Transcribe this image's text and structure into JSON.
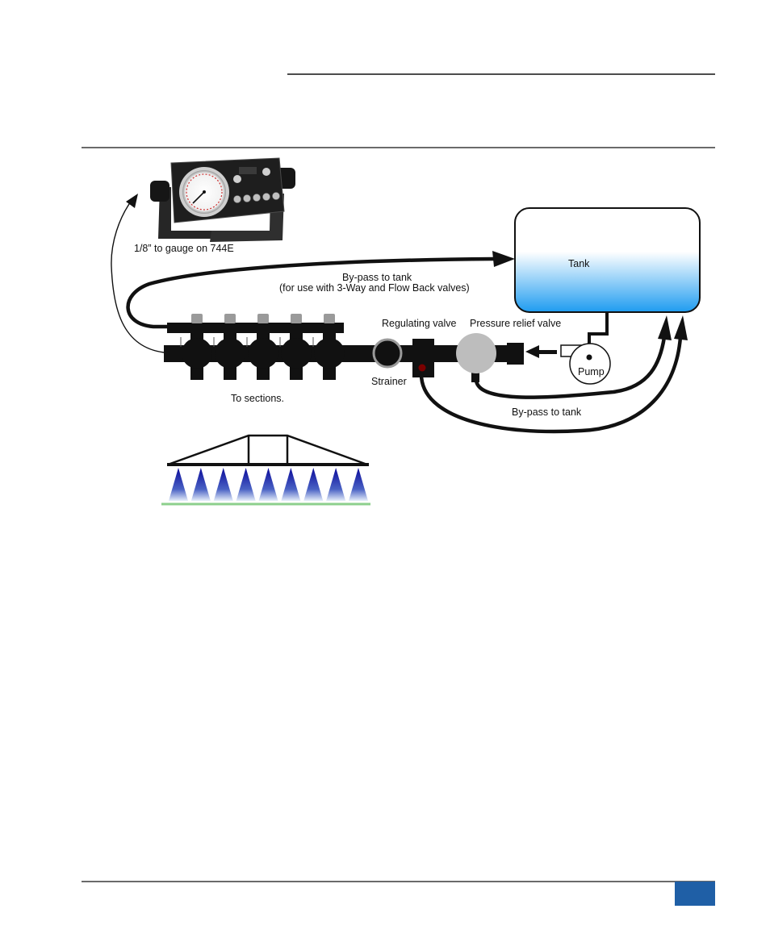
{
  "labels": {
    "gauge": "1/8” to gauge on 744E",
    "bypass_top_line1": "By-pass to tank",
    "bypass_top_line2": "(for use with 3-Way and Flow Back valves)",
    "tank": "Tank",
    "regulating_valve": "Regulating valve",
    "pressure_relief_valve": "Pressure relief valve",
    "strainer": "Strainer",
    "pump": "Pump",
    "to_sections": "To sections.",
    "bypass_bottom": "By-pass to tank"
  },
  "colors": {
    "tank_top": "#ffffff",
    "tank_bottom": "#1e9cf0",
    "nozzle_spray": "#1a1aa8",
    "ground_line": "#8ccf8c",
    "footer_badge": "#1f5fa6",
    "regulating_valve_dot": "#7a0000",
    "relief_valve_gray": "#bdbdbd"
  },
  "icons": {
    "gauge_controller": "pressure-gauge-control-box-icon",
    "arrow": "arrowhead-icon"
  },
  "counts": {
    "section_valves": 5,
    "spray_nozzles": 9
  }
}
